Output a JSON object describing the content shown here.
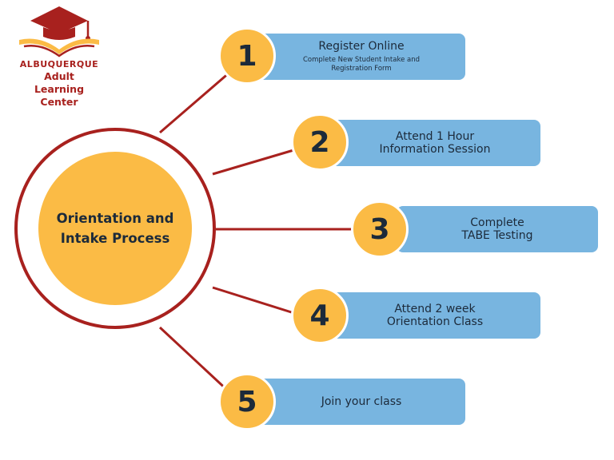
{
  "logo": {
    "city": "ALBUQUERQUE",
    "name": "Adult\nLearning\nCenter",
    "icon": "graduation-cap-book-icon"
  },
  "hub": {
    "title": "Orientation and\nIntake Process"
  },
  "steps": [
    {
      "number": "1",
      "title": "Register Online",
      "subtitle": "Complete New Student Intake and\nRegistration Form"
    },
    {
      "number": "2",
      "title": "Attend 1 Hour\nInformation Session",
      "subtitle": ""
    },
    {
      "number": "3",
      "title": "Complete\nTABE Testing",
      "subtitle": ""
    },
    {
      "number": "4",
      "title": "Attend 2 week\nOrientation Class",
      "subtitle": ""
    },
    {
      "number": "5",
      "title": "Join your class",
      "subtitle": ""
    }
  ],
  "colors": {
    "accent_red": "#a8211e",
    "yellow": "#fbbb45",
    "blue": "#78b5e0",
    "text": "#1c2a3a"
  }
}
